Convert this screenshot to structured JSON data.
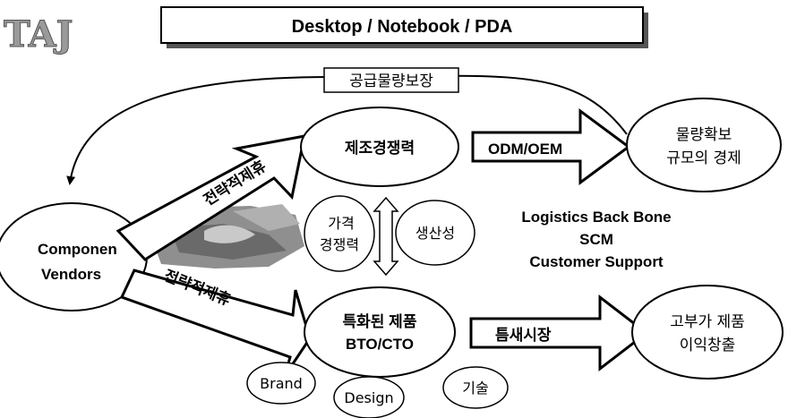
{
  "logo_text": "TAJ",
  "title": "Desktop / Notebook / PDA",
  "supply_label": "공급물량보장",
  "vendors_line1": "Componen",
  "vendors_line2": "Vendors",
  "alliance_top": "전략적제휴",
  "alliance_bottom": "전략적제휴",
  "mfg": "제조경쟁력",
  "odm": "ODM/OEM",
  "volume_line1": "물량확보",
  "volume_line2": "규모의 경제",
  "price_line1": "가격",
  "price_line2": "경쟁력",
  "productivity": "생산성",
  "logistics_line1": "Logistics Back Bone",
  "logistics_line2": "SCM",
  "logistics_line3": "Customer Support",
  "special_line1": "특화된 제품",
  "special_line2": "BTO/CTO",
  "niche": "틈새시장",
  "value_line1": "고부가 제품",
  "value_line2": "이익창출",
  "brand": "Brand",
  "design": "Design",
  "tech": "기술"
}
